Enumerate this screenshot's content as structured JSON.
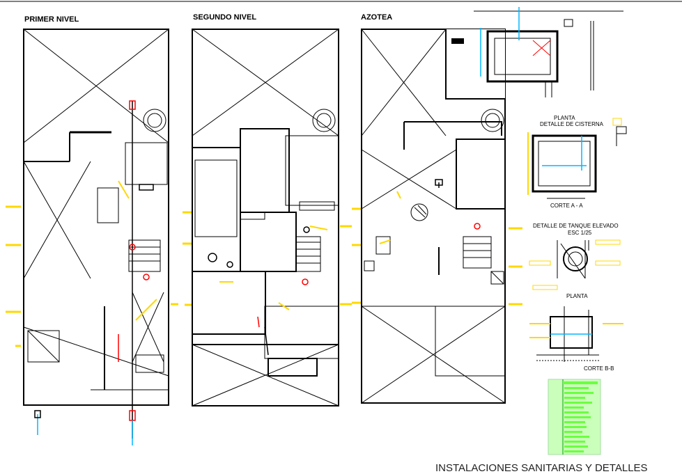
{
  "sheet": {
    "title": "INSTALACIONES SANITARIAS Y DETALLES"
  },
  "plans": {
    "first": "PRIMER NIVEL",
    "second": "SEGUNDO NIVEL",
    "roof": "AZOTEA"
  },
  "details": {
    "cistern_plan": "PLANTA",
    "cistern_detail": "DETALLE DE CISTERNA",
    "section_aa": "CORTE A - A",
    "tank_detail": "DETALLE DE TANQUE ELEVADO",
    "tank_scale": "ESC 1/25",
    "tank_plan": "PLANTA",
    "section_bb": "CORTE B-B"
  },
  "colors": {
    "line": "#000000",
    "water": "#00b7ff",
    "marker": "#ffd800",
    "fixture": "#ff0000",
    "legend": "#6bff3f"
  }
}
